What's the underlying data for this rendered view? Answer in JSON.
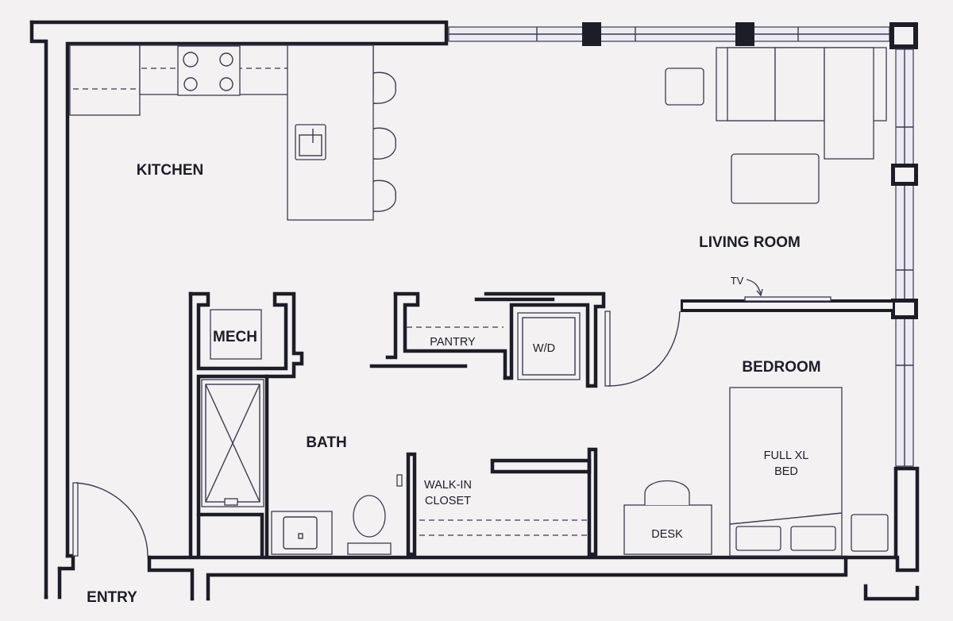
{
  "rooms": {
    "kitchen": "KITCHEN",
    "living_room": "LIVING ROOM",
    "bedroom": "BEDROOM",
    "bath": "BATH",
    "mech": "MECH",
    "entry": "ENTRY",
    "pantry": "PANTRY",
    "washer_dryer": "W/D",
    "walk_in_closet_line1": "WALK-IN",
    "walk_in_closet_line2": "CLOSET",
    "desk": "DESK",
    "bed_line1": "FULL XL",
    "bed_line2": "BED",
    "tv": "TV"
  }
}
